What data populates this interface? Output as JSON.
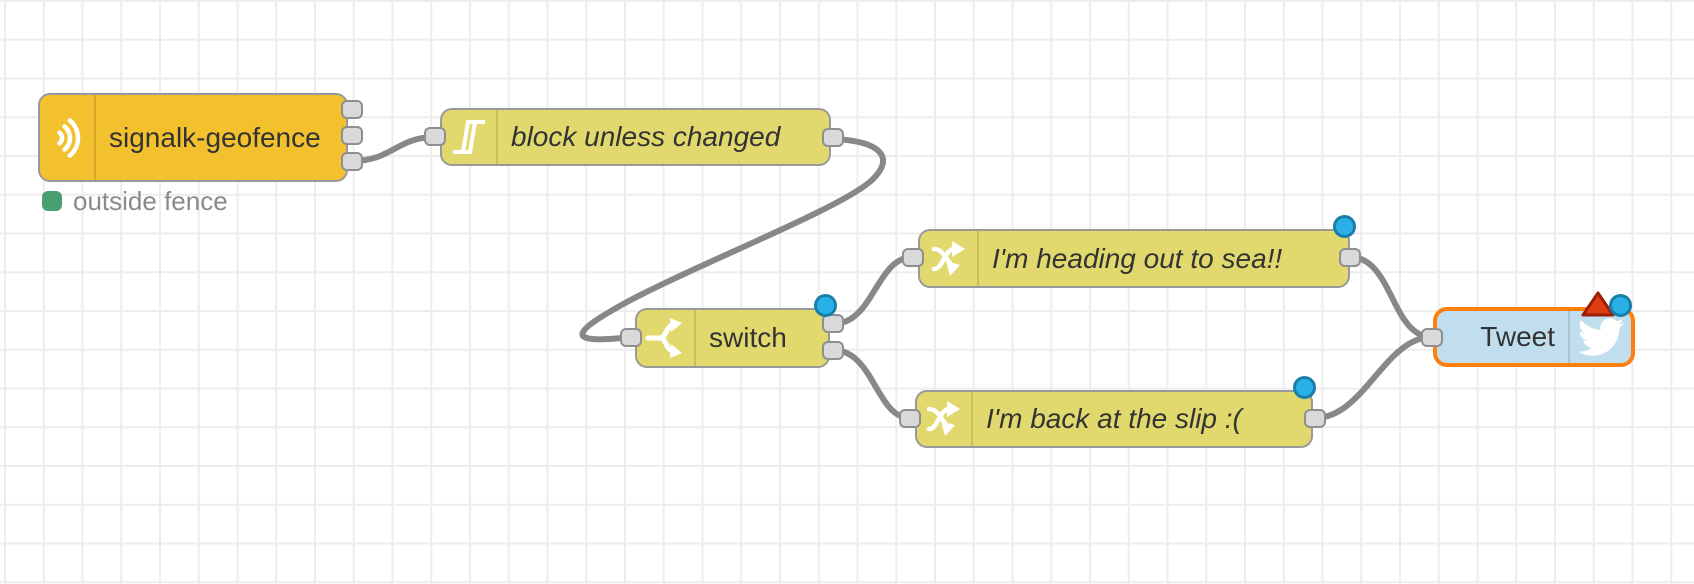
{
  "colors": {
    "canvas_bg": "#ffffff",
    "grid_line": "#ededed",
    "node_border": "#999999",
    "selected_border": "#ff7f0e",
    "yellow_node": "#f3c12e",
    "khaki_node": "#e2d96e",
    "twitter_node": "#c0deed",
    "wire": "#888888",
    "port_fill": "#d9d9d9",
    "port_border": "#8f8f8f",
    "label_text": "#333333",
    "status_text": "#8a8a8a",
    "status_green": "#4ba070",
    "changed_badge_fill": "#29b0e8",
    "changed_badge_border": "#1b7ea9",
    "error_badge_fill": "#df3c12",
    "error_badge_border": "#9c1e05",
    "icon_glyph": "#ffffff"
  },
  "nodes": {
    "geofence": {
      "label": "signalk-geofence",
      "icon": "signal-waves-icon",
      "outputs": 3
    },
    "rbe": {
      "label": "block unless changed",
      "icon": "hysteresis-icon",
      "outputs": 1
    },
    "switch": {
      "label": "switch",
      "icon": "fork-icon",
      "outputs": 2,
      "changed": true
    },
    "change_sea": {
      "label": "I'm heading out to sea!!",
      "icon": "shuffle-icon",
      "outputs": 1,
      "changed": true
    },
    "change_slip": {
      "label": "I'm back at the slip :(",
      "icon": "shuffle-icon",
      "outputs": 1,
      "changed": true
    },
    "tweet": {
      "label": "Tweet",
      "icon": "twitter-bird-icon",
      "outputs": 0,
      "changed": true,
      "error": true,
      "selected": true
    }
  },
  "status": {
    "label": "outside fence"
  }
}
